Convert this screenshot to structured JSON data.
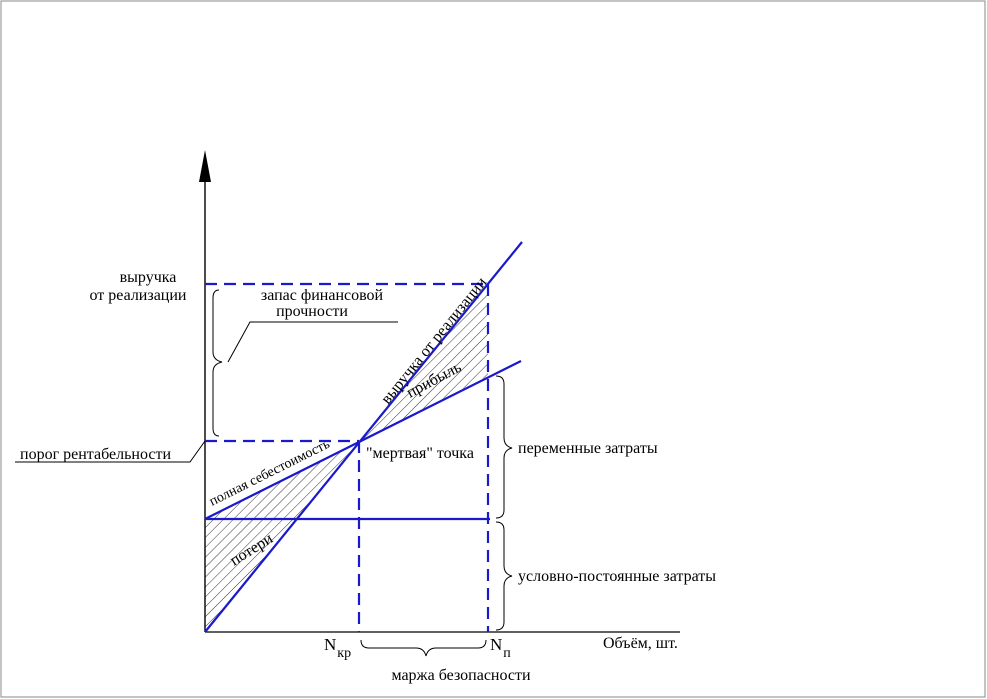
{
  "labels": {
    "revenue_axis": [
      "выручка",
      "от реализации"
    ],
    "safety_margin_finance": [
      "запас финансовой",
      "прочности"
    ],
    "breakeven_threshold": "порог рентабельности",
    "revenue_line": "выручка от реализации",
    "profit": "прибыль",
    "total_cost": "полная себестоимость",
    "dead_point": "\"мертвая\" точка",
    "losses": "потери",
    "variable_costs": "переменные затраты",
    "fixed_costs": "условно-постоянные затраты",
    "x_axis": "Объём, шт.",
    "n_kr_main": "N",
    "n_kr_sub": "кр",
    "n_p_main": "N",
    "n_p_sub": "п",
    "safety_margin": "маржа безопасности"
  },
  "colors": {
    "line_blue": "#1a1acc",
    "axis": "#000000",
    "hatch": "#000000"
  }
}
